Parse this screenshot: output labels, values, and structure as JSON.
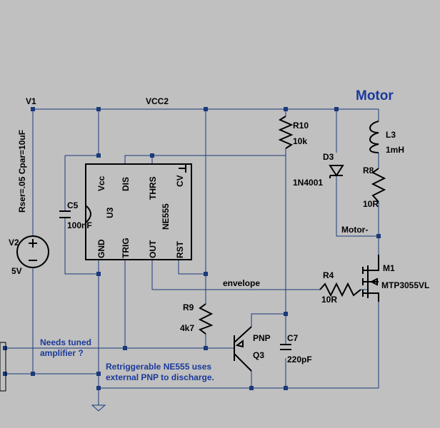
{
  "nets": {
    "v1": "V1",
    "vcc2": "VCC2",
    "motor": "Motor",
    "motor_minus": "Motor-",
    "envelope": "envelope"
  },
  "notes": {
    "tuned_line1": "Needs tuned",
    "tuned_line2": "amplifier ?",
    "retrig_line1": "Retriggerable NE555 uses",
    "retrig_line2": "external PNP to discharge."
  },
  "components": {
    "v2": {
      "ref": "V2",
      "value": "5V",
      "params": "Rser=.05 Cpar=10uF"
    },
    "u3": {
      "ref": "U3",
      "part": "NE555",
      "pins": {
        "vcc": "Vcc",
        "dis": "DIS",
        "thrs": "THRS",
        "cv": "CV",
        "gnd": "GND",
        "trig": "TRIG",
        "out": "OUT",
        "rst": "RST"
      }
    },
    "c5": {
      "ref": "C5",
      "value": "100nF"
    },
    "r10": {
      "ref": "R10",
      "value": "10k"
    },
    "d3": {
      "ref": "D3",
      "value": "1N4001"
    },
    "l3": {
      "ref": "L3",
      "value": "1mH"
    },
    "r8": {
      "ref": "R8",
      "value": "10R"
    },
    "m1": {
      "ref": "M1",
      "value": "MTP3055VL"
    },
    "r4": {
      "ref": "R4",
      "value": "10R"
    },
    "r9": {
      "ref": "R9",
      "value": "4k7"
    },
    "q3": {
      "ref": "Q3",
      "type": "PNP"
    },
    "c7": {
      "ref": "C7",
      "value": "220pF"
    }
  },
  "colors": {
    "background": "#c0c0c0",
    "wire": "#1a3a7a",
    "label_blue": "#1a3a9a",
    "component": "#000000"
  }
}
